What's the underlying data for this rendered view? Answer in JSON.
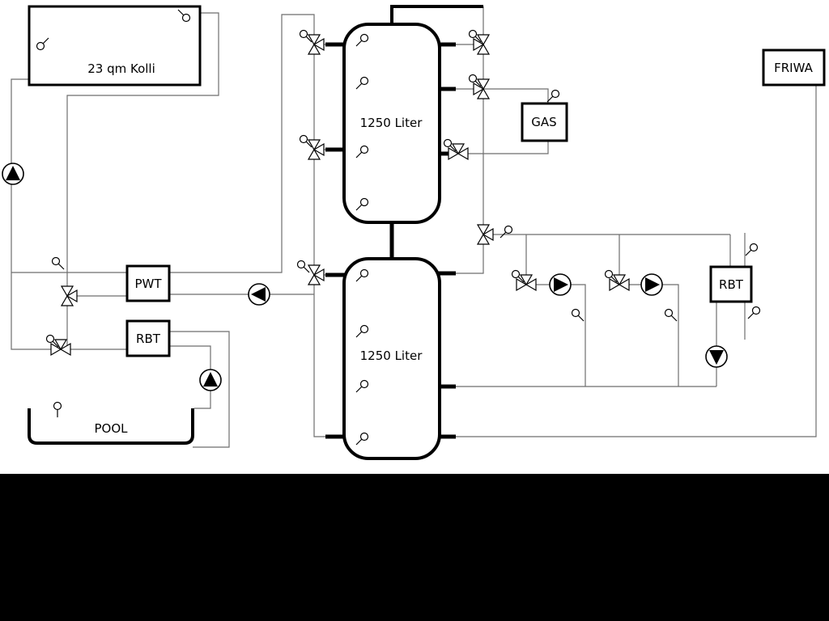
{
  "diagram": {
    "collector": {
      "label": "23 qm Kolli"
    },
    "tank_top": {
      "label": "1250 Liter"
    },
    "tank_bottom": {
      "label": "1250 Liter"
    },
    "gas": {
      "label": "GAS"
    },
    "friwa": {
      "label": "FRIWA"
    },
    "pwt": {
      "label": "PWT"
    },
    "rbt_left": {
      "label": "RBT"
    },
    "rbt_right": {
      "label": "RBT"
    },
    "pool": {
      "label": "POOL"
    },
    "icons": {
      "pump-icon": "circle with filled directional triangle",
      "three-way-valve-icon": "bowtie triangles with branch triangle",
      "temp-sensor-icon": "small circle with stem line"
    },
    "colors": {
      "pipe_thin": "#6e6e6e",
      "pipe_thick": "#000000",
      "component_outline": "#000000",
      "background": "#ffffff",
      "footer": "#000000"
    }
  }
}
